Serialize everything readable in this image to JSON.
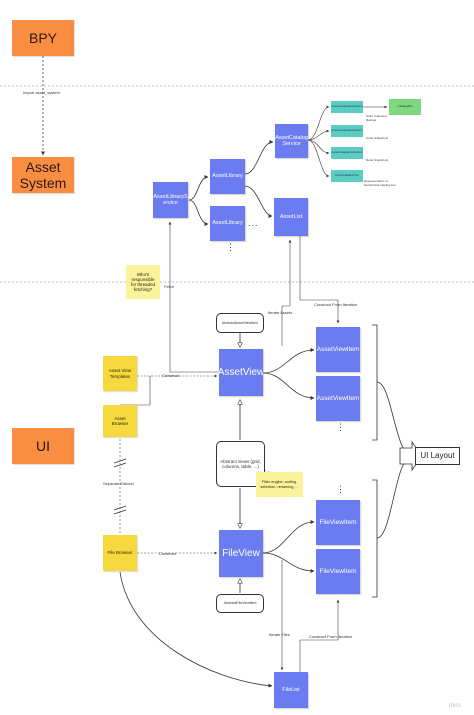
{
  "layers": {
    "bpy": "BPY",
    "asset_system": "Asset\nSystem",
    "ui": "UI"
  },
  "edge_labels": {
    "import_asset_system": "Import asset_system",
    "fetch": "Fetch",
    "construct_from_iteration_top": "Construct From Iteration",
    "iterate_assets": "Iterate Assets",
    "construct_assetview": "Construct",
    "separate_editors": "Separate Editors!",
    "construct_fileview": "Construct",
    "iterate_files": "Iterate Files",
    "construct_from_iteration_bottom": "Construct From Iteration"
  },
  "asset_system": {
    "library_service": "AssetLibraryS\nervice",
    "library_1": "AssetLibrary",
    "library_2": "AssetLibrary",
    "catalog_service": "AssetCatalog\nService",
    "asset_list": "AssetList",
    "catalog_items": [
      "AssetCatalogCollection",
      "AssetCatalogCollection",
      "AssetCatalogCollection",
      "AssetCatalogTree"
    ],
    "catalog_notes": [
      "Store Collected Ratings",
      "Undo Snapshots",
      "Redo Snapshots",
      "Representation of hierarchical catalog tree"
    ],
    "catalog_file": "CatalogFile",
    "ellipsis_h": "...",
    "ellipsis_v": "⋮"
  },
  "ui": {
    "sticky_question": "Who's\nresponsible\nfor threaded\nfetching?",
    "asset_view_templates": "Asset View\nTemplates",
    "asset_browser": "Asset\nBrowser",
    "file_browser": "File Browser",
    "abstract_asset_view_item": "AbstractAssetViewItem",
    "asset_view": "AssetView",
    "asset_view_items": [
      "AssetViewItem",
      "AssetViewItem"
    ],
    "abstract_views": "Abstract views (grid,\ncolumns, table, ...)",
    "filter_note": "Filter engine, sorting,\nselection, renaming, ...",
    "file_view": "FileView",
    "file_view_items": [
      "FileViewItem",
      "FileViewItem"
    ],
    "abstract_file_view_item": "AbstractFileViewItem",
    "file_list": "FileList",
    "ui_layout": "UI Layout",
    "ellipsis_v": "⋮"
  },
  "watermark": "miro"
}
